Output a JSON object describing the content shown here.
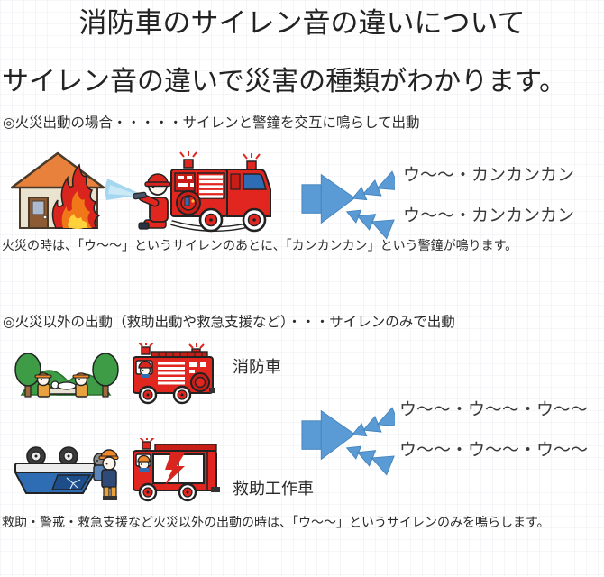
{
  "page": {
    "title": "消防車のサイレン音の違いについて",
    "subtitle": "サイレン音の違いで災害の種類がわかります。"
  },
  "fire_section": {
    "heading": "◎火災出動の場合・・・・・サイレンと警鐘を交互に鳴らして出動",
    "siren_lines": [
      "ウ～～・カンカンカン",
      "ウ～～・カンカンカン"
    ],
    "note": "火災の時は、「ウ～～」というサイレンのあとに、「カンカンカン」という警鐘が鳴ります。"
  },
  "non_fire_section": {
    "heading": "◎火災以外の出動（救助出動や救急支援など）・・・サイレンのみで出動",
    "vehicle_labels": {
      "fire_engine": "消防車",
      "rescue_vehicle": "救助工作車"
    },
    "siren_lines": [
      "ウ～～・ウ～～・ウ～～",
      "ウ～～・ウ～～・ウ～～"
    ],
    "note": "救助・警戒・救急支援など火災以外の出動の時は、「ウ～～」というサイレンのみを鳴らします。"
  },
  "illustrations": {
    "burning_house": "burning-house",
    "fire_engine_spraying": "firefighter-and-pumper-truck",
    "loudspeaker_fire": "loudspeaker-icon",
    "mountain_rescue": "mountain-rescue-scene",
    "fire_engine": "fire-engine",
    "loudspeaker_non_fire": "loudspeaker-icon",
    "overturned_car": "overturned-car-rescue",
    "rescue_vehicle": "rescue-work-vehicle"
  },
  "colors": {
    "speaker_blue": "#5B9BD5",
    "truck_red": "#E0261F",
    "roof_orange": "#E8813B",
    "flame_red": "#D9251D",
    "flame_orange": "#F07818",
    "flame_yellow": "#FFD23C",
    "tree_green": "#3E9C46",
    "helmet_orange": "#F0882A",
    "text": "#2F2F2F"
  }
}
